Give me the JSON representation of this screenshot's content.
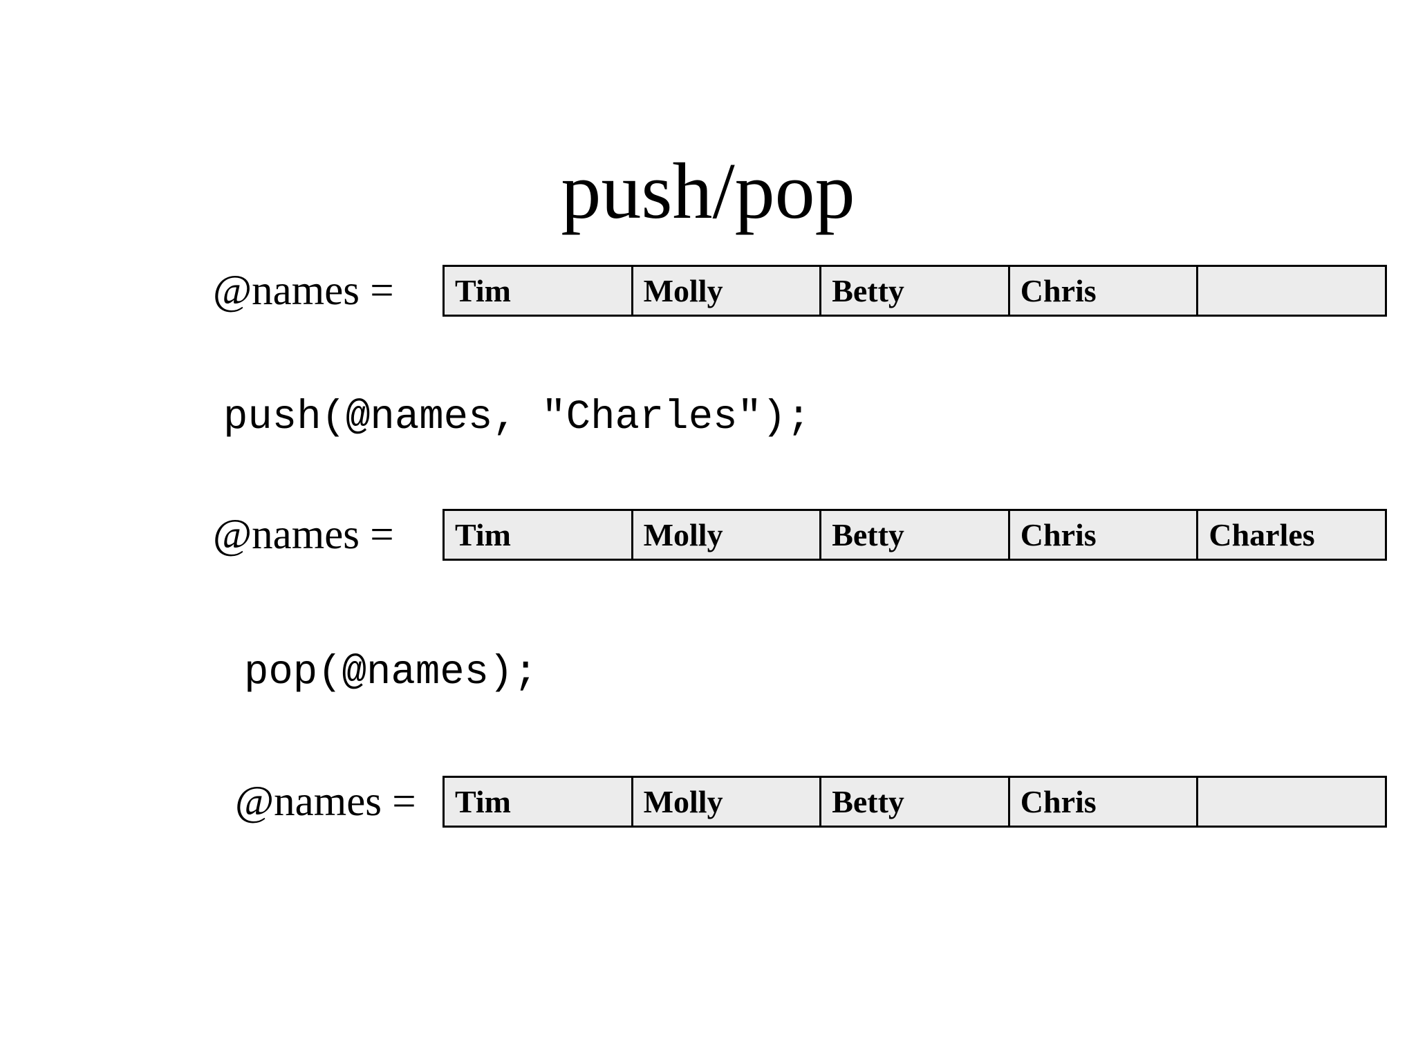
{
  "slide": {
    "title": "push/pop",
    "arrays": [
      {
        "label": "@names =",
        "cells": [
          "Tim",
          "Molly",
          "Betty",
          "Chris",
          ""
        ]
      },
      {
        "label": "@names =",
        "cells": [
          "Tim",
          "Molly",
          "Betty",
          "Chris",
          "Charles"
        ]
      },
      {
        "label": "@names =",
        "cells": [
          "Tim",
          "Molly",
          "Betty",
          "Chris",
          ""
        ]
      }
    ],
    "code": [
      "push(@names, \"Charles\");",
      "pop(@names);"
    ],
    "colors": {
      "background": "#ffffff",
      "cell_fill": "#ececec",
      "border": "#000000",
      "text": "#000000"
    }
  }
}
